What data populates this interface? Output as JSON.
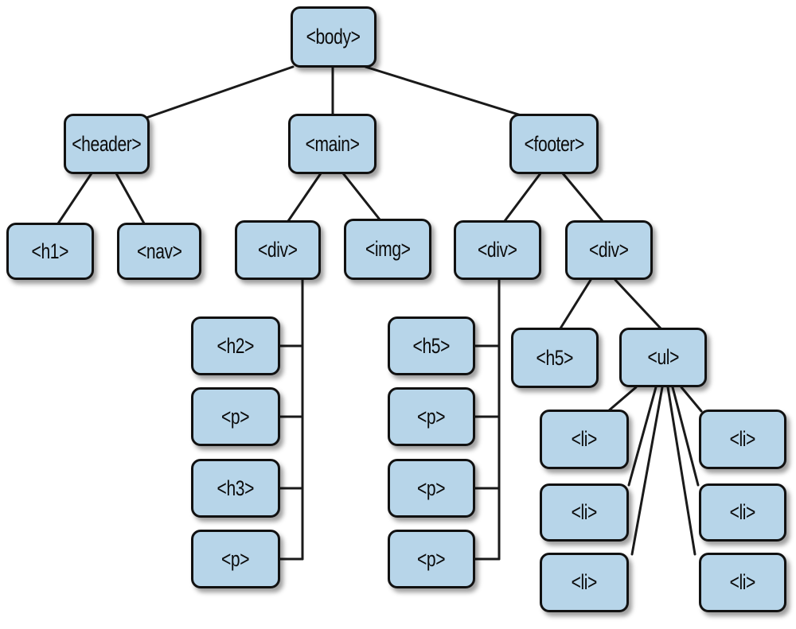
{
  "figure": {
    "type": "dom-tree-diagram",
    "background": "#ffffff",
    "node_fill": "#b7d5e9",
    "node_border_color": "#111111",
    "connector_color": "#1a1a1a"
  },
  "nodes": {
    "body": "<body>",
    "header": "<header>",
    "main": "<main>",
    "footer": "<footer>",
    "h1": "<h1>",
    "nav": "<nav>",
    "div_main": "<div>",
    "img": "<img>",
    "div_footer_left": "<div>",
    "div_footer_right": "<div>",
    "h2": "<h2>",
    "p_main_1": "<p>",
    "h3": "<h3>",
    "p_main_2": "<p>",
    "h5_footer_left": "<h5>",
    "p_footer_1": "<p>",
    "p_footer_2": "<p>",
    "p_footer_3": "<p>",
    "h5_footer_right": "<h5>",
    "ul": "<ul>",
    "li_1": "<li>",
    "li_2": "<li>",
    "li_3": "<li>",
    "li_4": "<li>",
    "li_5": "<li>",
    "li_6": "<li>"
  },
  "hierarchy": {
    "id": "body",
    "children": [
      {
        "id": "header",
        "children": [
          {
            "id": "h1"
          },
          {
            "id": "nav"
          }
        ]
      },
      {
        "id": "main",
        "children": [
          {
            "id": "div_main",
            "children": [
              {
                "id": "h2"
              },
              {
                "id": "p_main_1"
              },
              {
                "id": "h3"
              },
              {
                "id": "p_main_2"
              }
            ]
          },
          {
            "id": "img"
          }
        ]
      },
      {
        "id": "footer",
        "children": [
          {
            "id": "div_footer_left",
            "children": [
              {
                "id": "h5_footer_left"
              },
              {
                "id": "p_footer_1"
              },
              {
                "id": "p_footer_2"
              },
              {
                "id": "p_footer_3"
              }
            ]
          },
          {
            "id": "div_footer_right",
            "children": [
              {
                "id": "h5_footer_right"
              },
              {
                "id": "ul",
                "children": [
                  {
                    "id": "li_1"
                  },
                  {
                    "id": "li_2"
                  },
                  {
                    "id": "li_3"
                  },
                  {
                    "id": "li_4"
                  },
                  {
                    "id": "li_5"
                  },
                  {
                    "id": "li_6"
                  }
                ]
              }
            ]
          }
        ]
      }
    ]
  }
}
